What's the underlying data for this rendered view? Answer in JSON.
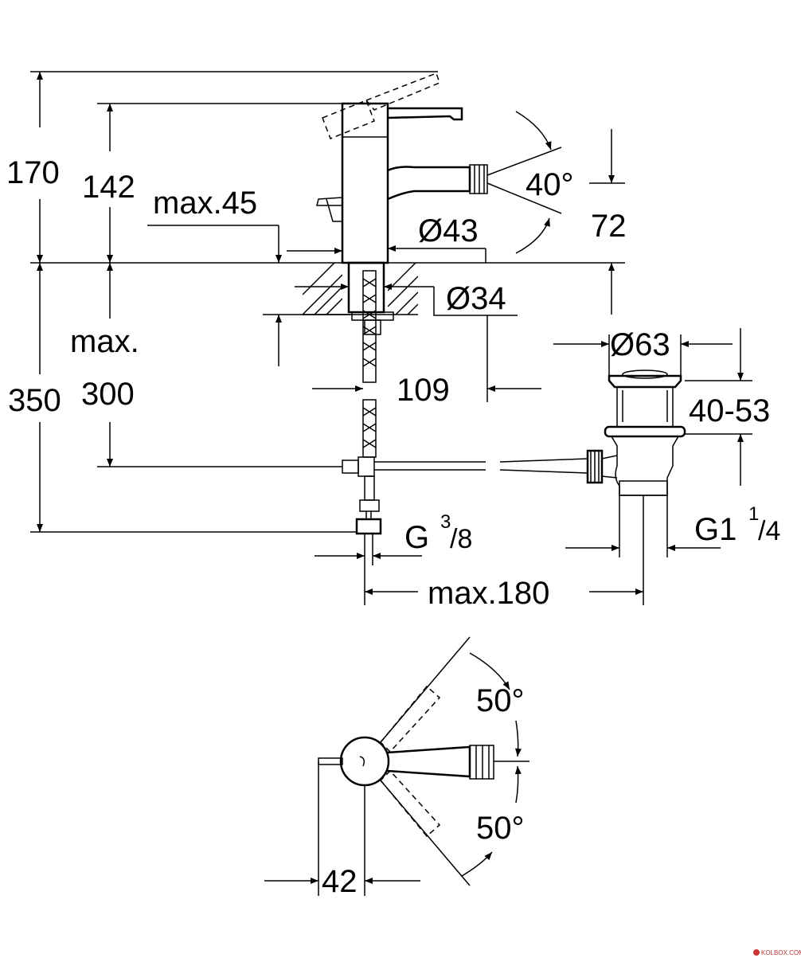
{
  "dimensions": {
    "h170": "170",
    "h142": "142",
    "max45": "max.45",
    "d43": "Ø43",
    "angle40": "40°",
    "h72": "72",
    "d34": "Ø34",
    "max_label": "max.",
    "h350": "350",
    "h300": "300",
    "w109": "109",
    "d63": "Ø63",
    "r40_53": "40-53",
    "g38_base": "G",
    "g38_num": "3",
    "g38_den": "/8",
    "g114_base": "G1",
    "g114_num": "1",
    "g114_den": "/4",
    "max180": "max.180",
    "angle50_top": "50°",
    "angle50_bottom": "50°",
    "w42": "42"
  },
  "watermark": "KOLBOX.COM"
}
